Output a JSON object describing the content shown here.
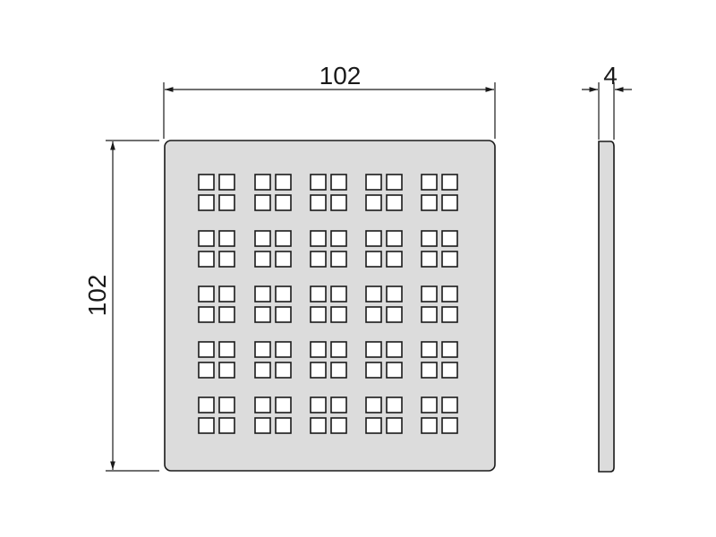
{
  "dimensions": {
    "width_label": "102",
    "height_label": "102",
    "thickness_label": "4"
  },
  "grid": {
    "groups_per_row": 5,
    "groups_per_col": 5,
    "holes_per_group_side": 2
  },
  "colors": {
    "plate_fill": "#dcdcdc",
    "outline": "#1a1a1a",
    "hole_fill": "#ffffff"
  }
}
